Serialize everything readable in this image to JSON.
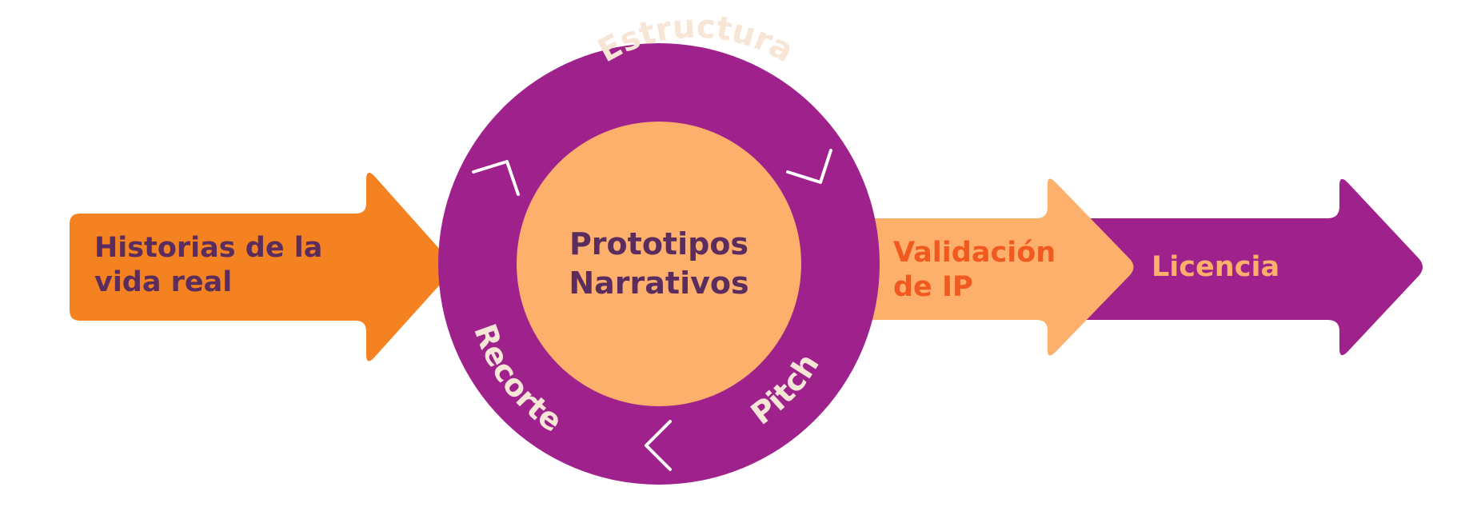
{
  "colors": {
    "orange": "#f48221",
    "purple": "#9f218c",
    "peach": "#fdaf6c",
    "dark_purple": "#5b2d5f",
    "red_orange": "#f2591f",
    "cream": "#f7e5d6",
    "white": "#ffffff"
  },
  "input": {
    "line1": "Historias de la",
    "line2": "vida real"
  },
  "center": {
    "line1": "Prototipos",
    "line2": "Narrativos"
  },
  "cycle": {
    "top": "Estructura",
    "bottom_left": "Recorte",
    "bottom_right": "Pitch"
  },
  "validation": {
    "line1": "Validación",
    "line2": "de IP"
  },
  "license": {
    "label": "Licencia"
  }
}
